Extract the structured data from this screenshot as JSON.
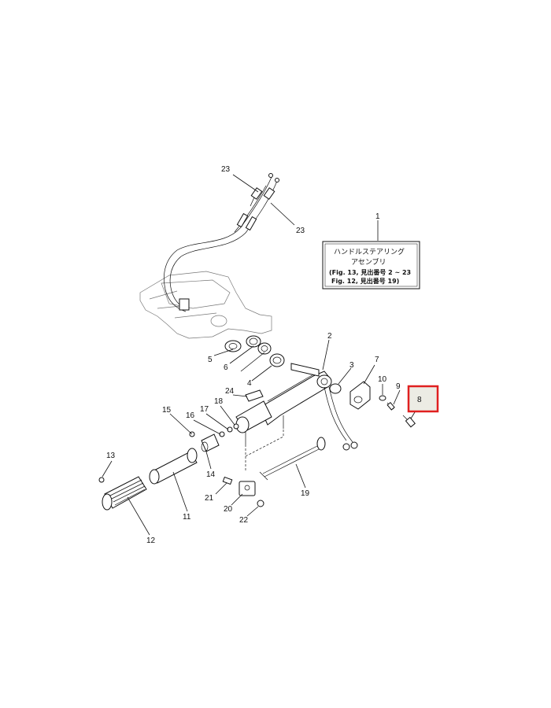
{
  "callout": {
    "number": "1",
    "line1": "ハンドルステアリング",
    "line2": "アセンブリ",
    "line3": "(Fig. 13, 見出番号 2 ~ 23",
    "line4": "Fig. 12, 見出番号 19)"
  },
  "highlight": {
    "label": "8",
    "color": "#e02020"
  },
  "labels": {
    "p2": "2",
    "p3": "3",
    "p4": "4",
    "p5": "5",
    "p6": "6",
    "p7": "7",
    "p9": "9",
    "p10": "10",
    "p11": "11",
    "p12": "12",
    "p13": "13",
    "p14": "14",
    "p15": "15",
    "p16": "16",
    "p17": "17",
    "p18": "18",
    "p19": "19",
    "p20": "20",
    "p21": "21",
    "p22": "22",
    "p23a": "23",
    "p23b": "23",
    "p24": "24"
  }
}
